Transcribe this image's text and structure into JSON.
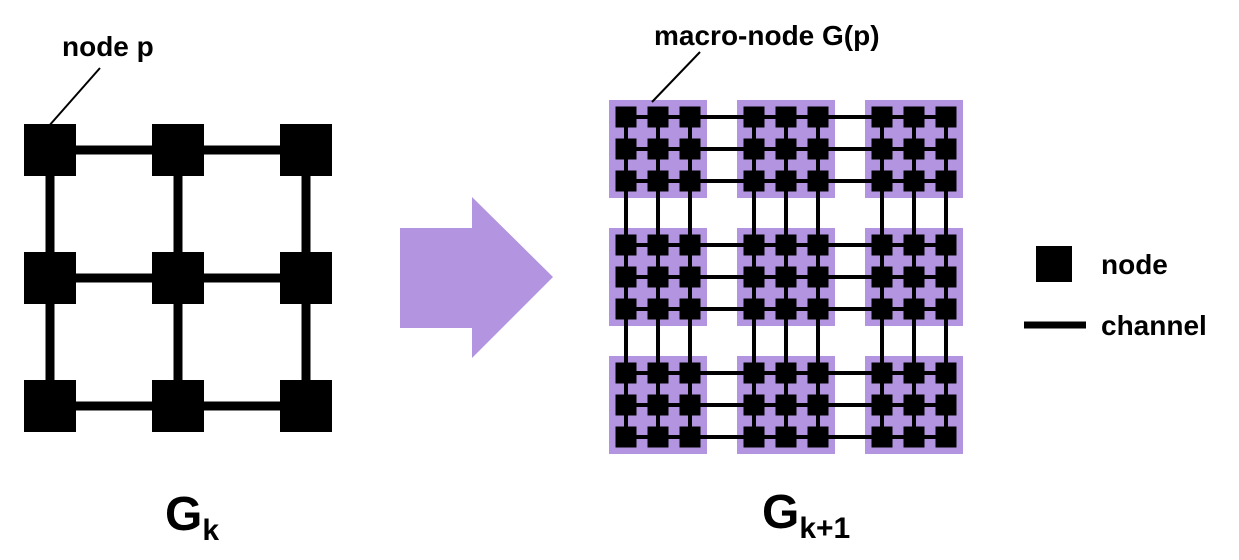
{
  "labels": {
    "node_p": "node p",
    "macro_node": "macro-node G(p)",
    "left_title_main": "G",
    "left_title_sub": "k",
    "right_title_main": "G",
    "right_title_sub": "k+1"
  },
  "legend": {
    "node_label": "node",
    "channel_label": "channel"
  },
  "colors": {
    "node": "#000000",
    "channel": "#000000",
    "macro_fill": "#b294e0",
    "arrow": "#b294e0",
    "background": "#ffffff"
  },
  "structure": {
    "left_grid": {
      "rows": 3,
      "cols": 3
    },
    "macro_grid": {
      "rows": 3,
      "cols": 3
    },
    "inner_grid": {
      "rows": 3,
      "cols": 3
    }
  }
}
